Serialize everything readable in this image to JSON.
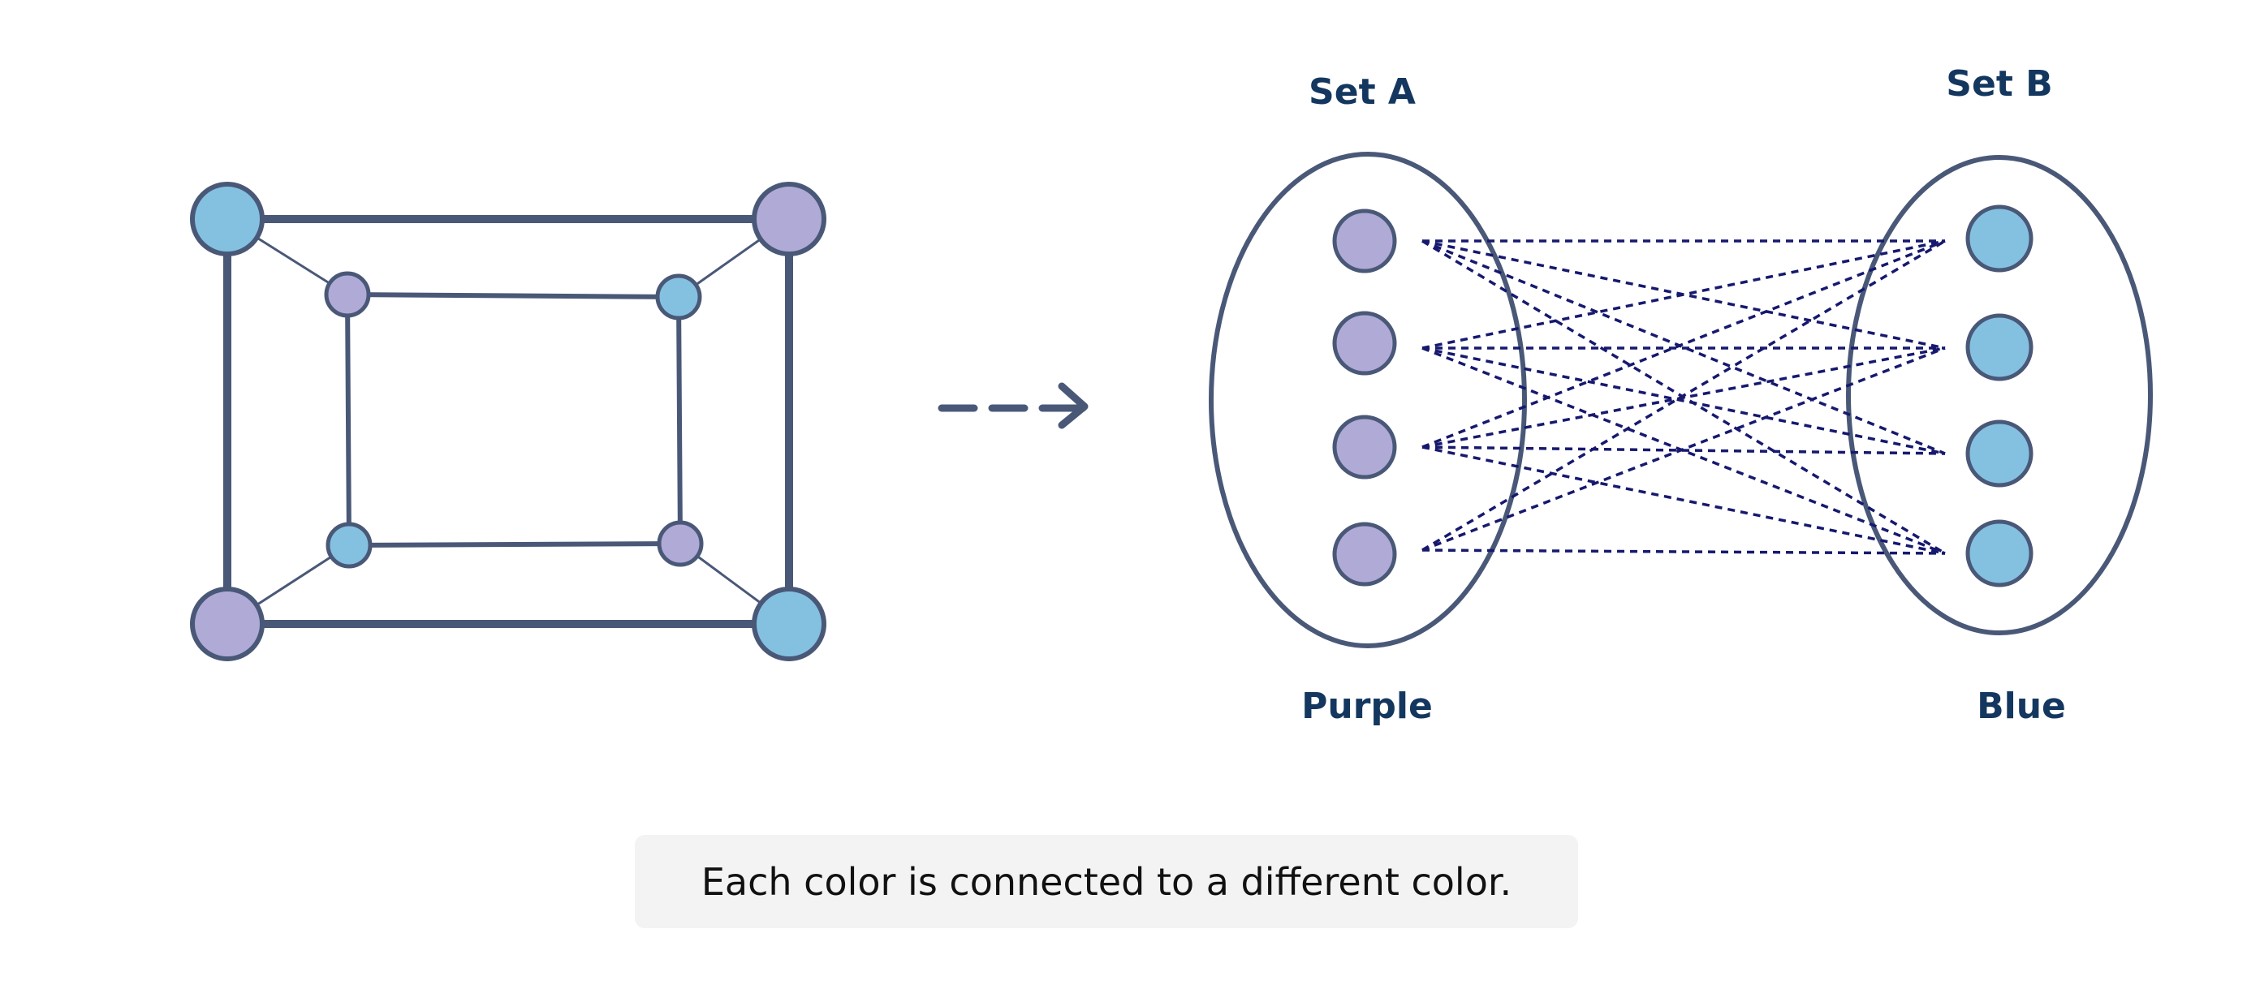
{
  "set_a_title": "Set A",
  "set_b_title": "Set B",
  "set_a_label": "Purple",
  "set_b_label": "Blue",
  "caption": "Each color is connected to a different color.",
  "colors": {
    "purple": "#b0aad6",
    "blue": "#84c1e0",
    "stroke": "#4a5878",
    "edge": "#16196e",
    "label": "#14375f"
  },
  "left_graph": {
    "nodes": [
      {
        "id": "outer-top-left",
        "color": "blue"
      },
      {
        "id": "outer-top-right",
        "color": "purple"
      },
      {
        "id": "outer-bottom-left",
        "color": "purple"
      },
      {
        "id": "outer-bottom-right",
        "color": "blue"
      },
      {
        "id": "inner-top-left",
        "color": "purple"
      },
      {
        "id": "inner-top-right",
        "color": "blue"
      },
      {
        "id": "inner-bottom-left",
        "color": "blue"
      },
      {
        "id": "inner-bottom-right",
        "color": "purple"
      }
    ],
    "edges": [
      [
        "outer-top-left",
        "outer-top-right"
      ],
      [
        "outer-top-right",
        "outer-bottom-right"
      ],
      [
        "outer-bottom-right",
        "outer-bottom-left"
      ],
      [
        "outer-bottom-left",
        "outer-top-left"
      ],
      [
        "inner-top-left",
        "inner-top-right"
      ],
      [
        "inner-top-right",
        "inner-bottom-right"
      ],
      [
        "inner-bottom-right",
        "inner-bottom-left"
      ],
      [
        "inner-bottom-left",
        "inner-top-left"
      ],
      [
        "outer-top-left",
        "inner-top-left"
      ],
      [
        "outer-top-right",
        "inner-top-right"
      ],
      [
        "outer-bottom-left",
        "inner-bottom-left"
      ],
      [
        "outer-bottom-right",
        "inner-bottom-right"
      ]
    ]
  },
  "bipartite": {
    "set_a_nodes": [
      "a1",
      "a2",
      "a3",
      "a4"
    ],
    "set_b_nodes": [
      "b1",
      "b2",
      "b3",
      "b4"
    ],
    "edges": [
      [
        "a1",
        "b1"
      ],
      [
        "a1",
        "b2"
      ],
      [
        "a1",
        "b3"
      ],
      [
        "a1",
        "b4"
      ],
      [
        "a2",
        "b2"
      ],
      [
        "a2",
        "b3"
      ],
      [
        "a2",
        "b1"
      ],
      [
        "a2",
        "b4"
      ],
      [
        "a3",
        "b1"
      ],
      [
        "a3",
        "b2"
      ],
      [
        "a3",
        "b3"
      ],
      [
        "a3",
        "b4"
      ],
      [
        "a4",
        "b1"
      ],
      [
        "a4",
        "b2"
      ],
      [
        "a4",
        "b4"
      ]
    ]
  }
}
